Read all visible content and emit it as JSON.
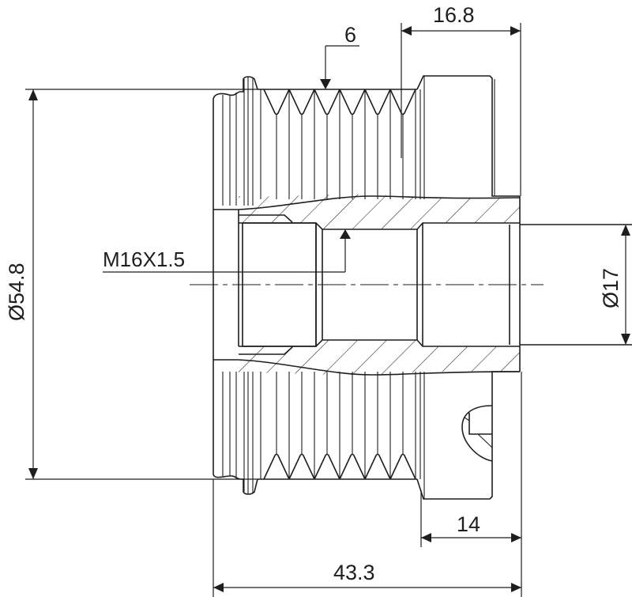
{
  "drawing": {
    "subject": "Alternator freewheel pulley cross-section",
    "line_color": "#1e1e1e",
    "background": "#ffffff"
  },
  "dimensions": {
    "outer_diameter": "Ø54.8",
    "bore_diameter": "Ø17",
    "thread": "M16X1.5",
    "grooves": "6",
    "hub_length": "16.8",
    "sleeve_length": "14",
    "overall_length": "43.3"
  }
}
